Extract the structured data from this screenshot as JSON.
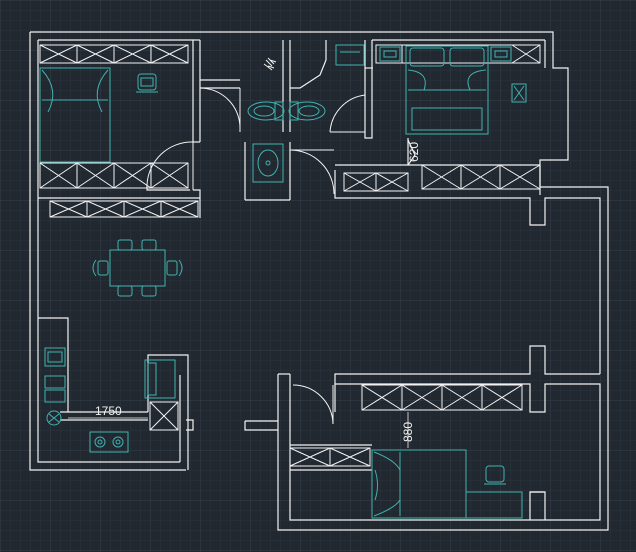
{
  "colors": {
    "background": "#212830",
    "grid_minor": "#2c343e",
    "grid_major": "#37414c",
    "wall": "#f2f2f2",
    "furniture": "#3fb3b0"
  },
  "labels": {
    "dim_kitchen_width": "1750",
    "dim_bedroom_gap": "620",
    "dim_bottom_gap": "880"
  },
  "icons": [
    "bed-icon",
    "chair-icon",
    "dining-table-icon",
    "toilet-icon",
    "sink-icon",
    "stove-icon",
    "fridge-icon",
    "shower-icon",
    "nightstand-icon"
  ]
}
